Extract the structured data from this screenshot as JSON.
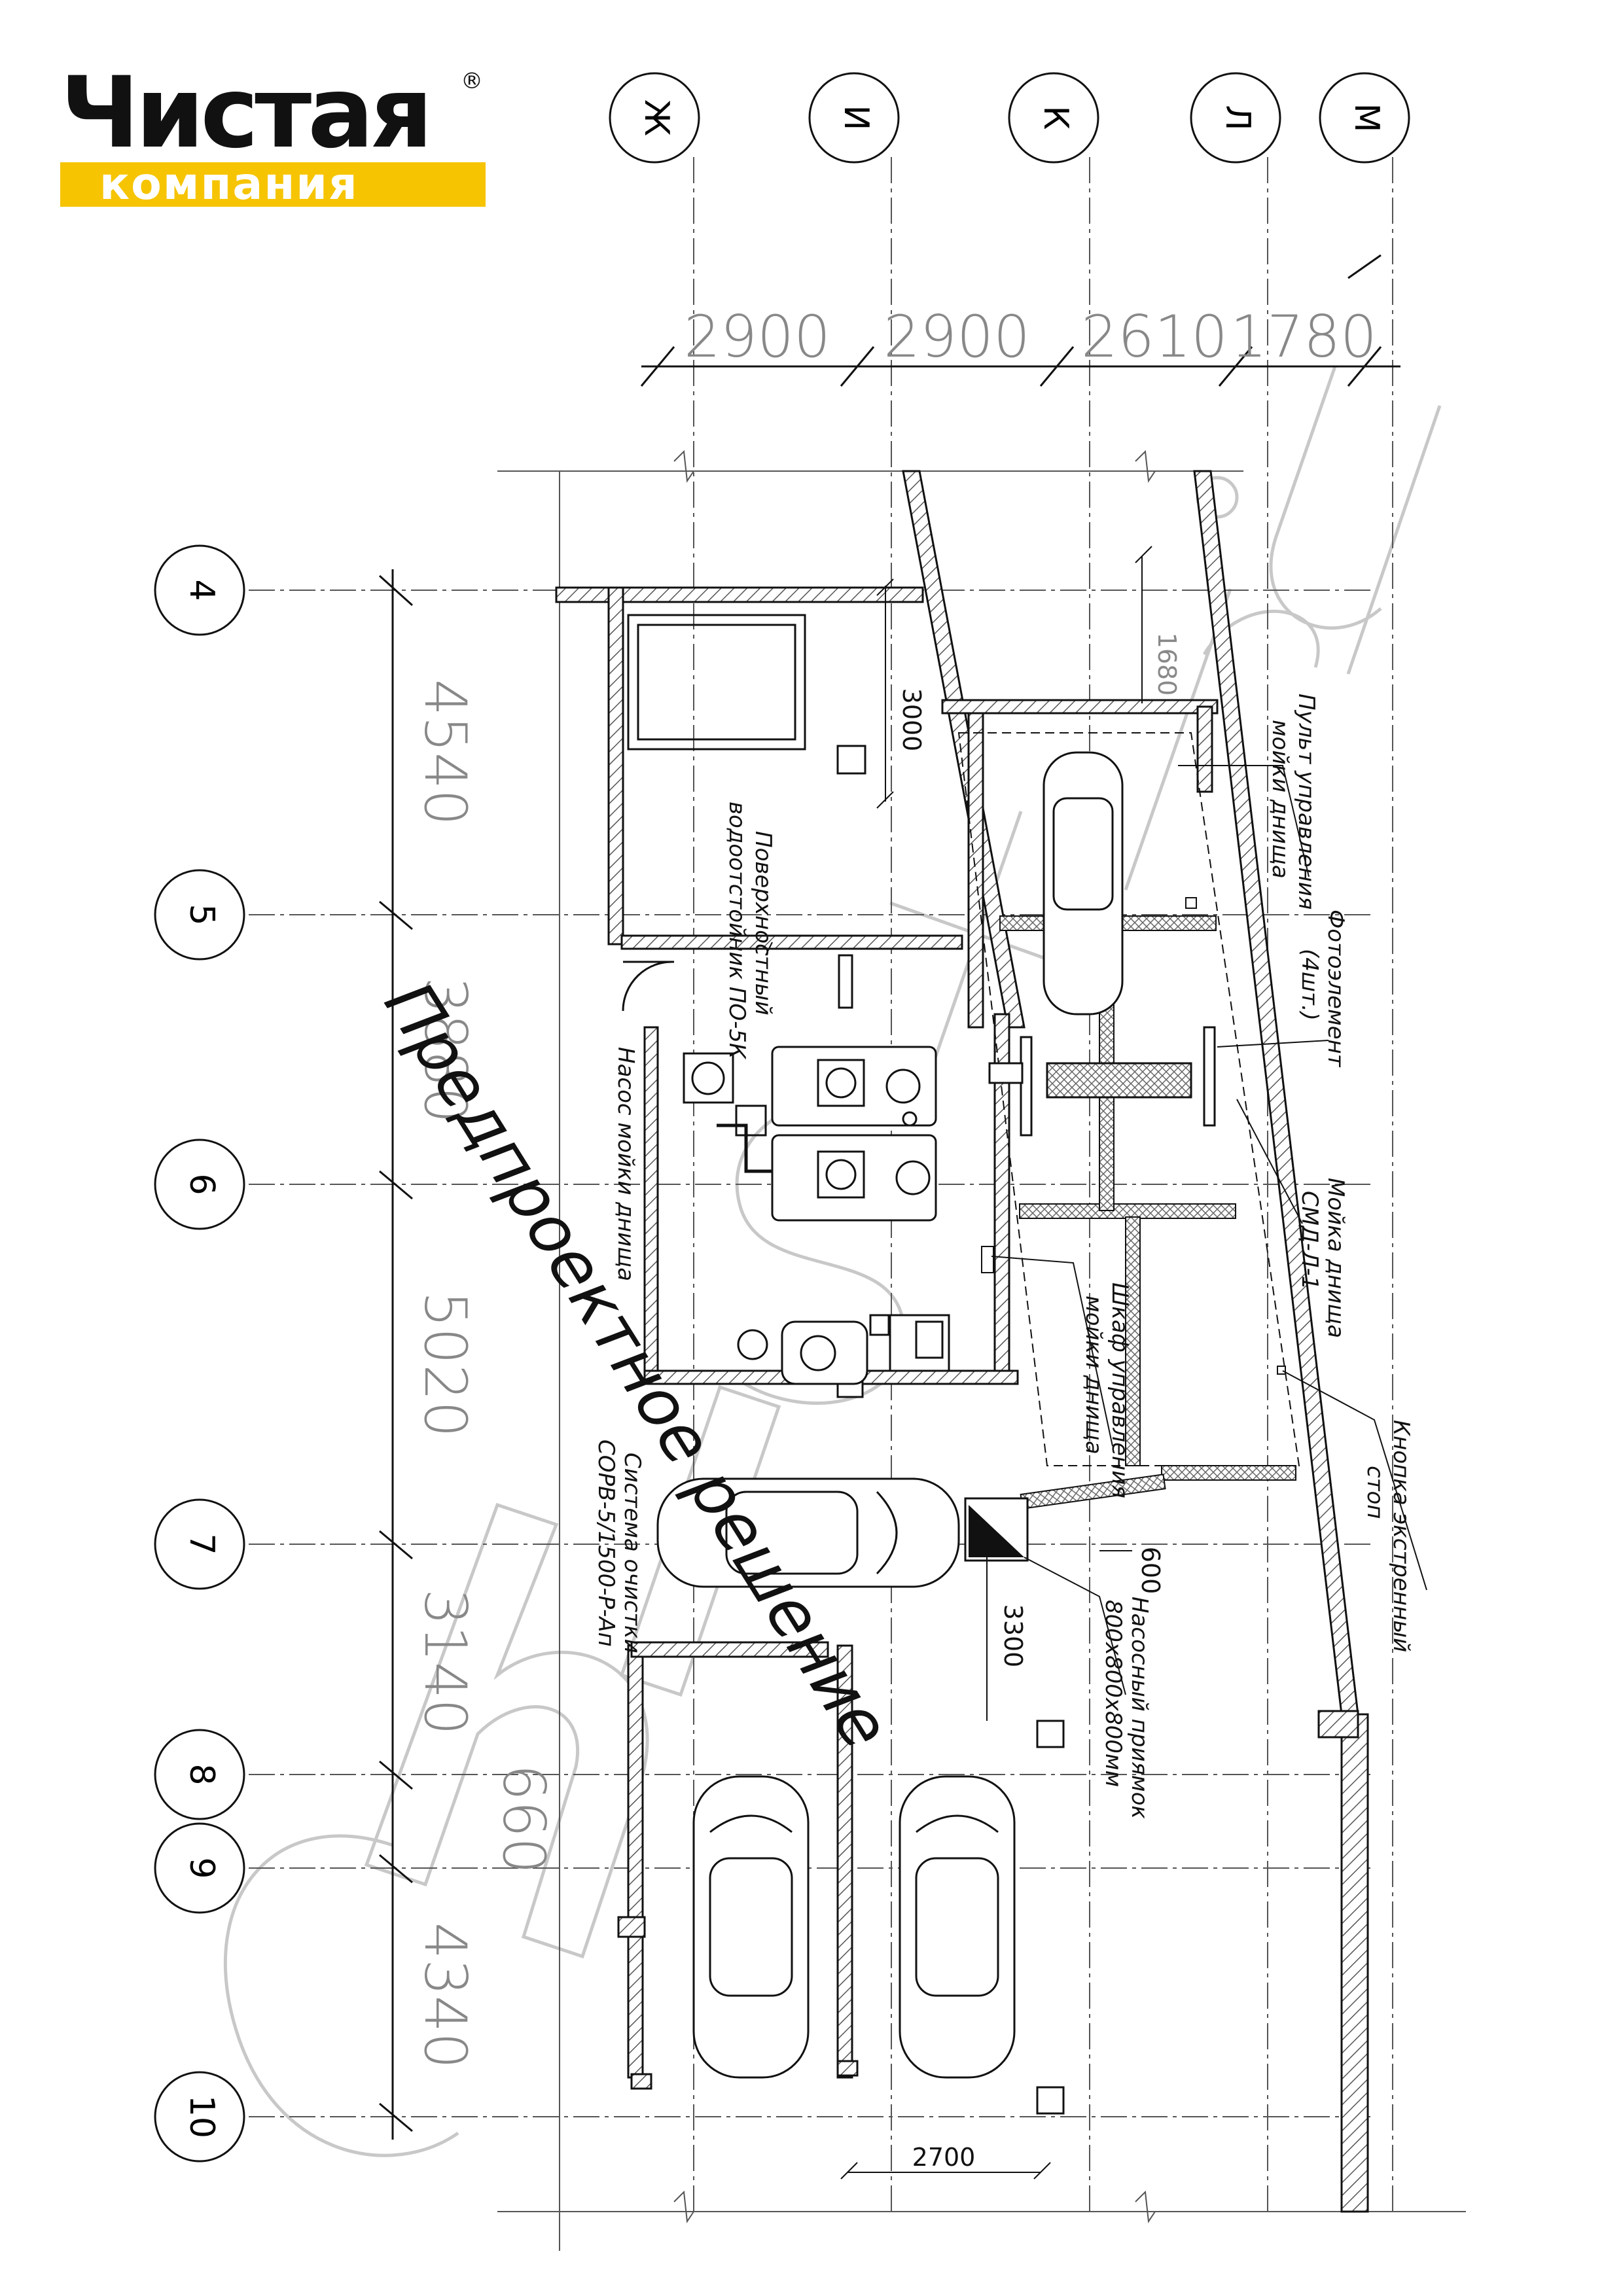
{
  "logo": {
    "brand": "Чистая",
    "registered": "®",
    "sub": "компания"
  },
  "axes": {
    "letters": [
      "Ж",
      "И",
      "К",
      "Л",
      "М"
    ],
    "numbers": [
      "4",
      "5",
      "6",
      "7",
      "8",
      "9",
      "10"
    ]
  },
  "dimensions": {
    "top": [
      "2900",
      "2900",
      "2610",
      "1780"
    ],
    "side": [
      "4540",
      "3880",
      "5020",
      "3140",
      "660",
      "4340"
    ],
    "inner": [
      "3000",
      "1680",
      "600",
      "3300",
      "2700"
    ]
  },
  "callouts": {
    "surface_separator": [
      "Поверхностный",
      "водоотстойник ПО-5К"
    ],
    "wash_pump": [
      "Насос мойки днища"
    ],
    "cleaning_system": [
      "Система очистки",
      "СОРВ-5/1500-Р-Ап"
    ],
    "control_panel": [
      "Пульт управления",
      "мойки днища"
    ],
    "photocell": [
      "Фотоэлемент",
      "(4шт.)"
    ],
    "underbody_wash": [
      "Мойка днища",
      "СМД-Л-1"
    ],
    "control_cabinet": [
      "Шкаф управления",
      "мойки днища"
    ],
    "emergency_button": [
      "Кнопка экстренный",
      "стоп"
    ],
    "pump_pit": [
      "Насосный приямок",
      "800х800х800мм"
    ]
  },
  "watermarks": {
    "preliminary": "Предпроектное решение",
    "site": "chist.ru"
  },
  "colors": {
    "ink": "#111111",
    "brand_yellow": "#f6c400",
    "hatch": "#666666",
    "watermark": "#c8c8c8"
  }
}
